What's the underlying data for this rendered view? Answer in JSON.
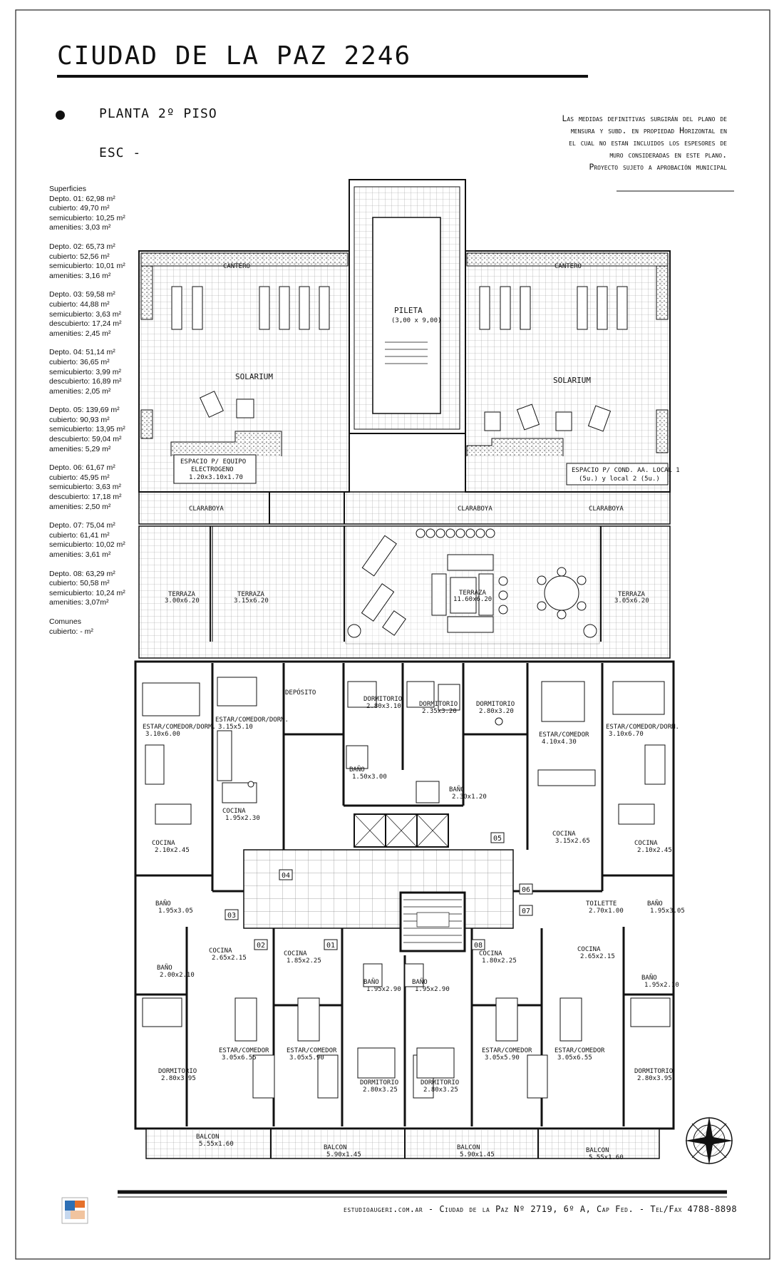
{
  "header": {
    "title": "CIUDAD DE LA PAZ 2246",
    "subtitle": "PLANTA 2º PISO",
    "scale": "ESC -"
  },
  "notes": [
    "Las medidas definitivas surgirán del plano de",
    "mensura y subd. en propiedad Horizontal en",
    "el cual no estan incluidos los espesores de",
    "muro consideradas en este plano.",
    "Proyecto sujeto a aprobación municipal"
  ],
  "surfaces": {
    "heading": "Superficies",
    "units": [
      {
        "title": "Depto. 01: 62,98 m²",
        "lines": [
          "cubierto: 49,70 m²",
          "semicubierto: 10,25 m²",
          "amenities: 3,03 m²"
        ]
      },
      {
        "title": "Depto. 02: 65,73 m²",
        "lines": [
          "cubierto: 52,56 m²",
          "semicubierto: 10,01 m²",
          "amenities: 3,16 m²"
        ]
      },
      {
        "title": "Depto. 03: 59,58 m²",
        "lines": [
          "cubierto: 44,88 m²",
          "semicubierto: 3,63 m²",
          "descubierto: 17,24 m²",
          "amenities: 2,45 m²"
        ]
      },
      {
        "title": "Depto. 04: 51,14 m²",
        "lines": [
          "cubierto: 36,65 m²",
          "semicubierto: 3,99 m²",
          "descubierto: 16,89 m²",
          "amenities: 2,05 m²"
        ]
      },
      {
        "title": "Depto. 05: 139,69 m²",
        "lines": [
          "cubierto: 90,93 m²",
          "semicubierto: 13,95 m²",
          "descubierto: 59,04 m²",
          "amenities: 5,29 m²"
        ]
      },
      {
        "title": "Depto. 06: 61,67 m²",
        "lines": [
          "cubierto: 45,95 m²",
          "semicubierto: 3,63 m²",
          "descubierto: 17,18 m²",
          "amenities: 2,50 m²"
        ]
      },
      {
        "title": "Depto. 07: 75,04 m²",
        "lines": [
          "cubierto: 61,41 m²",
          "semicubierto: 10,02 m²",
          "amenities: 3,61 m²"
        ]
      },
      {
        "title": "Depto. 08: 63,29 m²",
        "lines": [
          "cubierto: 50,58 m²",
          "semicubierto: 10,24 m²",
          "amenities: 3,07m²"
        ]
      }
    ],
    "commons_title": "Comunes",
    "commons_line": "cubierto: - m²"
  },
  "plan": {
    "cantero_left": "CANTERO",
    "cantero_right": "CANTERO",
    "pileta": "PILETA",
    "pileta_dim": "(3,00 x 9,00)",
    "solarium_left": "SOLARIUM",
    "solarium_right": "SOLARIUM",
    "equipo_1": "ESPACIO P/ EQUIPO",
    "equipo_2": "ELECTROGENO",
    "equipo_3": "1.20x3.10x1.70",
    "cond_1": "ESPACIO P/ COND. AA. LOCAL 1",
    "cond_2": "(5u.) y local 2 (5u.)",
    "claraboya_1": "CLARABOYA",
    "claraboya_2": "CLARABOYA",
    "claraboya_3": "CLARABOYA",
    "terrazas": [
      {
        "name": "TERRAZA",
        "dim": "3.00x6.20"
      },
      {
        "name": "TERRAZA",
        "dim": "3.15x6.20"
      },
      {
        "name": "TERRAZA",
        "dim": "11.60x6.20"
      },
      {
        "name": "TERRAZA",
        "dim": "3.05x6.20"
      }
    ],
    "deposito": "DEPÓSITO",
    "rooms": [
      {
        "name": "ESTAR/COMEDOR/DORM.",
        "dim": "3.10x6.00"
      },
      {
        "name": "ESTAR/COMEDOR/DORM.",
        "dim": "3.15x5.10"
      },
      {
        "name": "DORMITORIO",
        "dim": "2.80x3.10"
      },
      {
        "name": "DORMITORIO",
        "dim": "2.35x3.20"
      },
      {
        "name": "DORMITORIO",
        "dim": "2.80x3.20"
      },
      {
        "name": "ESTAR/COMEDOR",
        "dim": "4.10x4.30"
      },
      {
        "name": "ESTAR/COMEDOR/DORM.",
        "dim": "3.10x6.70"
      },
      {
        "name": "BAÑO",
        "dim": "1.50x3.00"
      },
      {
        "name": "BAÑO",
        "dim": "2.30x1.20"
      },
      {
        "name": "COCINA",
        "dim": "1.95x2.30"
      },
      {
        "name": "COCINA",
        "dim": "2.10x2.45"
      },
      {
        "name": "COCINA",
        "dim": "3.15x2.65"
      },
      {
        "name": "COCINA",
        "dim": "2.10x2.45"
      },
      {
        "name": "BAÑO",
        "dim": "1.95x3.05"
      },
      {
        "name": "TOILETTE",
        "dim": "2.70x1.00"
      },
      {
        "name": "BAÑO",
        "dim": "1.95x3.05"
      },
      {
        "name": "COCINA",
        "dim": "2.65x2.15"
      },
      {
        "name": "COCINA",
        "dim": "1.85x2.25"
      },
      {
        "name": "COCINA",
        "dim": "1.80x2.25"
      },
      {
        "name": "COCINA",
        "dim": "2.65x2.15"
      },
      {
        "name": "BAÑO",
        "dim": "2.00x2.10"
      },
      {
        "name": "BAÑO",
        "dim": "1.95x2.90"
      },
      {
        "name": "BAÑO",
        "dim": "1.95x2.90"
      },
      {
        "name": "BAÑO",
        "dim": "1.95x2.10"
      },
      {
        "name": "ESTAR/COMEDOR",
        "dim": "3.05x6.55"
      },
      {
        "name": "ESTAR/COMEDOR",
        "dim": "3.05x5.90"
      },
      {
        "name": "ESTAR/COMEDOR",
        "dim": "3.05x5.90"
      },
      {
        "name": "ESTAR/COMEDOR",
        "dim": "3.05x6.55"
      },
      {
        "name": "DORMITORIO",
        "dim": "2.80x3.95"
      },
      {
        "name": "DORMITORIO",
        "dim": "2.80x3.25"
      },
      {
        "name": "DORMITORIO",
        "dim": "2.80x3.25"
      },
      {
        "name": "DORMITORIO",
        "dim": "2.80x3.95"
      },
      {
        "name": "BALCON",
        "dim": "5.55x1.60"
      },
      {
        "name": "BALCON",
        "dim": "5.90x1.45"
      },
      {
        "name": "BALCON",
        "dim": "5.90x1.45"
      },
      {
        "name": "BALCON",
        "dim": "5.55x1.60"
      }
    ],
    "unit_tags": [
      "01",
      "02",
      "03",
      "04",
      "05",
      "06",
      "07",
      "08"
    ]
  },
  "footer": "estudioaugeri.com.ar - Ciudad de la Paz Nº 2719, 6º A, Cap Fed. - Tel/Fax 4788-8898",
  "colors": {
    "line": "#111111",
    "grid": "#9a9a9a",
    "logo_blue": "#2d6fb5",
    "logo_orange": "#e5702a"
  }
}
